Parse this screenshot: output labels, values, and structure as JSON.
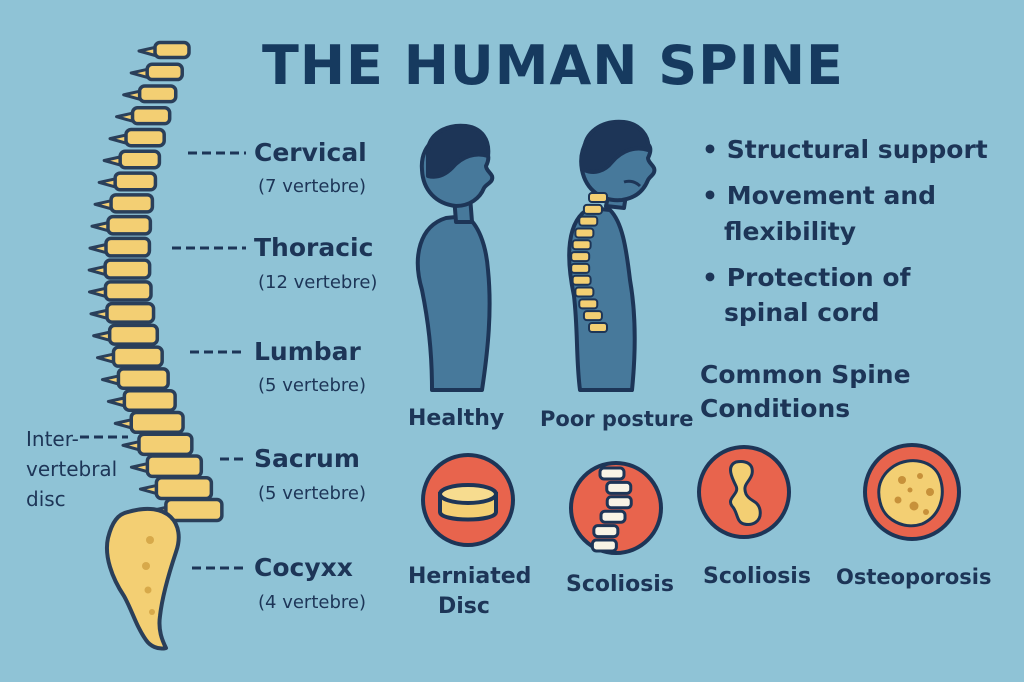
{
  "title": "THE HUMAN SPINE",
  "regions": [
    {
      "name": "Cervical",
      "count": "(7 vertebre)"
    },
    {
      "name": "Thoracic",
      "count": "(12 vertebre)"
    },
    {
      "name": "Lumbar",
      "count": "(5 vertebre)"
    },
    {
      "name": "Sacrum",
      "count": "(5 vertebre)"
    },
    {
      "name": "Cocyxx",
      "count": "(4 vertebre)"
    }
  ],
  "disc_label": {
    "line1": "Inter-",
    "line2": "vertebral",
    "line3": "disc"
  },
  "postures": {
    "healthy": "Healthy",
    "poor": "Poor posture"
  },
  "functions": [
    {
      "line1": "Structural support",
      "line2": ""
    },
    {
      "line1": "Movement and",
      "line2": "flexibility"
    },
    {
      "line1": "Protection of",
      "line2": "spinal cord"
    }
  ],
  "conditions_heading": {
    "line1": "Common Spine",
    "line2": "Conditions"
  },
  "conditions": [
    {
      "line1": "Herniated",
      "line2": "Disc"
    },
    {
      "line1": "Scoliosis",
      "line2": ""
    },
    {
      "line1": "Scoliosis",
      "line2": ""
    },
    {
      "line1": "Osteoporosis",
      "line2": ""
    }
  ],
  "colors": {
    "background": "#8fc3d6",
    "navy": "#1d3557",
    "bone": "#f3cf73",
    "bone_outline": "#2a3f5a",
    "figure": "#47799b",
    "condition_red": "#e8644d"
  }
}
